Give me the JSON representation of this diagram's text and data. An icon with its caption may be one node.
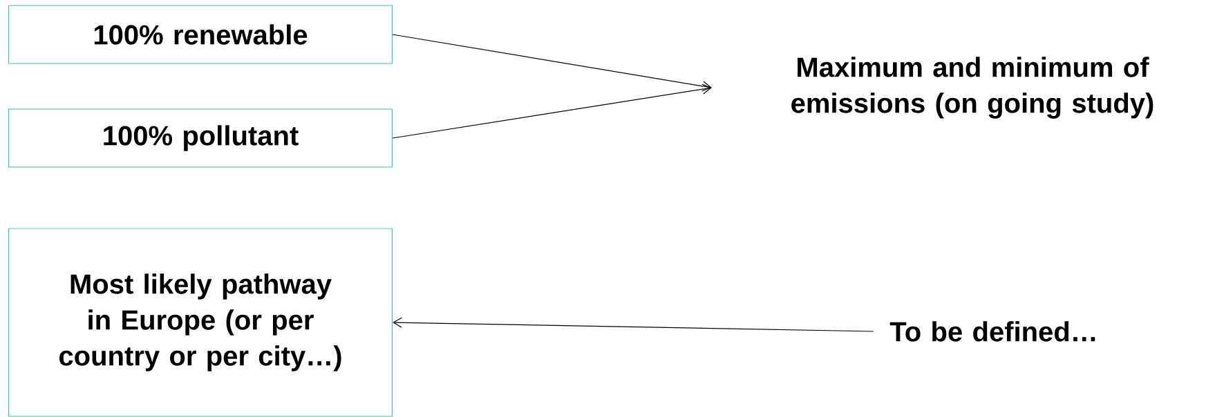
{
  "diagram": {
    "nodes": [
      {
        "text": [
          "100% renewable"
        ]
      },
      {
        "text": [
          "100% pollutant"
        ]
      },
      {
        "text": [
          "Most likely pathway in Europe (or per country or per city…)"
        ]
      },
      {
        "text": [
          "Maximum and minimum of emissions (on going study)"
        ]
      },
      {
        "text": [
          "To be defined…"
        ]
      }
    ],
    "edges": [
      {
        "from": 0,
        "to": 3,
        "arrow": "to"
      },
      {
        "from": 1,
        "to": 3,
        "arrow": "to"
      },
      {
        "from": 4,
        "to": 2,
        "arrow": "to"
      }
    ]
  }
}
